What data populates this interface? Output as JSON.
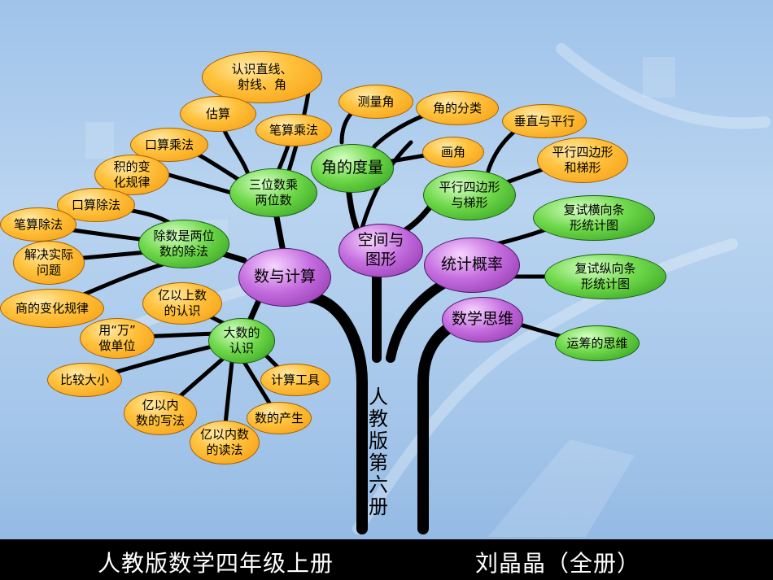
{
  "nodes": {
    "shu_yu_jisuan": "数与计算",
    "kongjian_tuxing": "空间与\n图形",
    "tongji_gailv": "统计概率",
    "shuxue_siwei": "数学思维",
    "sanwei_liangwei": "三位数乘\n两位数",
    "chushu_liangwei": "除数是两位\n数的除法",
    "dashu_renshi": "大数的\n认识",
    "jiao_dulian": "角的度量",
    "pingxing_tixing_main": "平行四边形\n与梯形",
    "renshi_zhixian": "认识直线、\n射线、角",
    "gusuan": "估算",
    "kousuan_chengfa": "口算乘法",
    "bisuan_chengfa": "笔算乘法",
    "ji_bianhua": "积的变\n化规律",
    "kousuan_chufa": "口算除法",
    "bisuan_chufa": "笔算除法",
    "jiejue_shiji": "解决实际\n问题",
    "shang_bianhua": "商的变化规律",
    "yi_yishang": "亿以上数\n的认识",
    "yong_wan": "用“万”\n做单位",
    "bijiao_daxiao": "比较大小",
    "yi_xiefa": "亿以内\n数的写法",
    "yi_dufa": "亿以内数\n的读法",
    "shu_chansheng": "数的产生",
    "jisuan_gongju": "计算工具",
    "celiang_jiao": "测量角",
    "jiao_fenlei": "角的分类",
    "hua_jiao": "画角",
    "chuizhi_pingxing": "垂直与平行",
    "pingxing_tixing_leaf": "平行四边形\n和梯形",
    "fushi_heng": "复试横向条\n形统计图",
    "fushi_zong": "复试纵向条\n形统计图",
    "yunchou": "运筹的思维"
  },
  "trunk_label": "人教版第六册",
  "footer": {
    "title": "人教版数学四年级上册",
    "author": "刘晶晶（全册）"
  },
  "colors": {
    "leaf": "#f7a21b",
    "branch": "#47c22a",
    "core": "#b255d0",
    "line": "#000000",
    "footer_bg": "#000000"
  }
}
